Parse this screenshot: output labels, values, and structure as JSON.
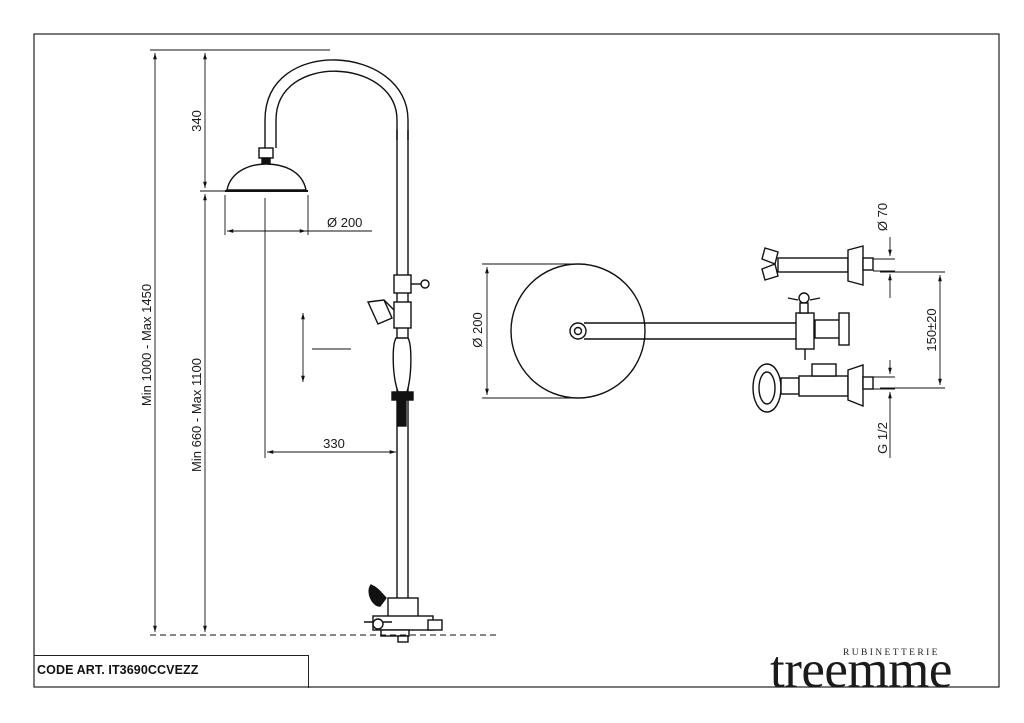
{
  "dimensions": {
    "total_height": "Min 1000 - Max 1450",
    "bar_height": "Min 660 - Max 1100",
    "head_drop": "340",
    "head_diameter": "Ø 200",
    "arm_reach": "330",
    "top_view_diameter": "Ø 200",
    "handle_diameter": "Ø 70",
    "centers": "150±20",
    "thread": "G 1/2"
  },
  "footer": {
    "code_label": "CODE ART. IT3690CCVEZZ",
    "brand_sub": "RUBINETTERIE",
    "brand_name": "treemme"
  }
}
